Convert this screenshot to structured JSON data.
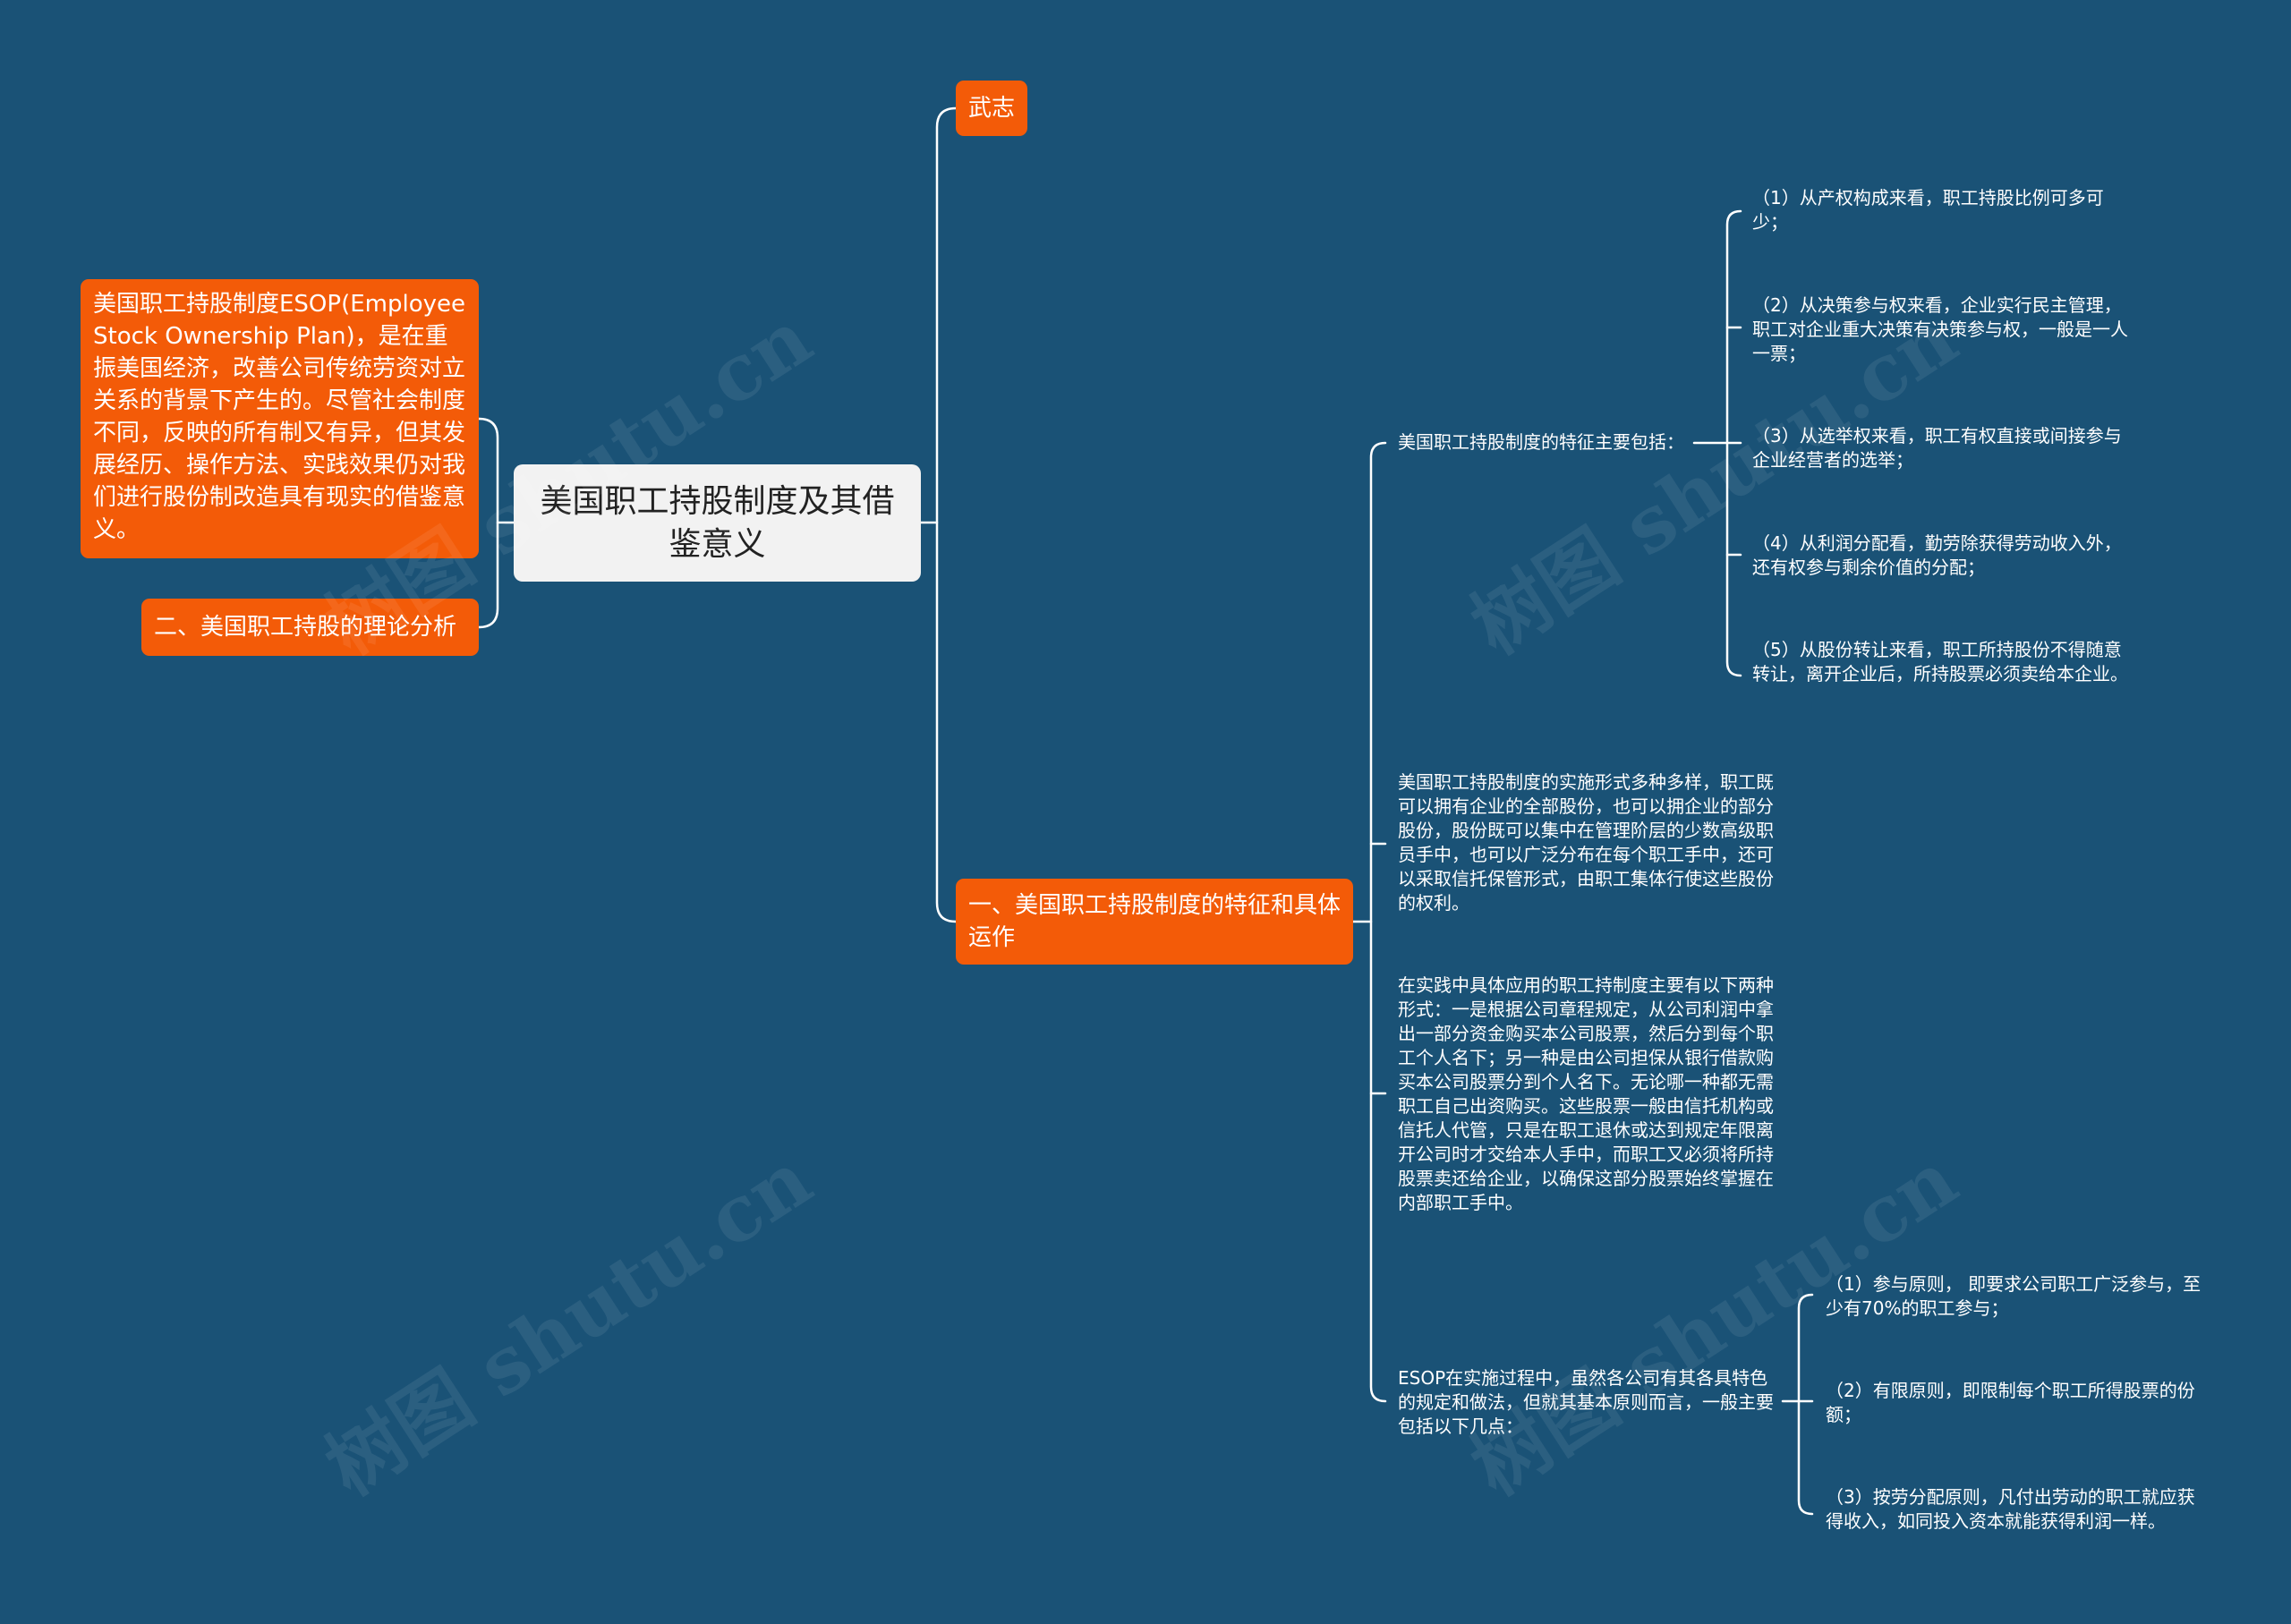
{
  "root": {
    "title": "美国职工持股制度及其借鉴意义"
  },
  "left": {
    "intro": "美国职工持股制度ESOP(Employee Stock Ownership Plan)，是在重振美国经济，改善公司传统劳资对立关系的背景下产生的。尽管社会制度不同，反映的所有制又有异，但其发展经历、操作方法、实践效果仍对我们进行股份制改造具有现实的借鉴意义。",
    "section2": "二、美国职工持股的理论分析"
  },
  "right": {
    "author": "武志",
    "section1": "一、美国职工持股制度的特征和具体运作",
    "features_label": "美国职工持股制度的特征主要包括：",
    "features": [
      "（1）从产权构成来看，职工持股比例可多可少；",
      "（2）从决策参与权来看，企业实行民主管理，职工对企业重大决策有决策参与权，一般是一人一票；",
      "（3）从选举权来看，职工有权直接或间接参与企业经营者的选举；",
      "（4）从利润分配看，勤劳除获得劳动收入外，还有权参与剩余价值的分配；",
      "（5）从股份转让来看，职工所持股份不得随意转让，离开企业后，所持股票必须卖给本企业。"
    ],
    "impl_forms": "美国职工持股制度的实施形式多种多样，职工既可以拥有企业的全部股份，也可以拥企业的部分股份，股份既可以集中在管理阶层的少数高级职员手中，也可以广泛分布在每个职工手中，还可以采取信托保管形式，由职工集体行使这些股份的权利。",
    "practice": "在实践中具体应用的职工持制度主要有以下两种形式：一是根据公司章程规定，从公司利润中拿出一部分资金购买本公司股票，然后分到每个职工个人名下；另一种是由公司担保从银行借款购买本公司股票分到个人名下。无论哪一种都无需职工自己出资购买。这些股票一般由信托机构或信托人代管，只是在职工退休或达到规定年限离开公司时才交给本人手中，而职工又必须将所持股票卖还给企业，以确保这部分股票始终掌握在内部职工手中。",
    "principles_label": "ESOP在实施过程中，虽然各公司有其各具特色的规定和做法，但就其基本原则而言，一般主要包括以下几点：",
    "principles": [
      "（1）参与原则， 即要求公司职工广泛参与，至少有70%的职工参与；",
      "（2）有限原则，即限制每个职工所得股票的份额；",
      "（3）按劳分配原则，凡付出劳动的职工就应获得收入，如同投入资本就能获得利润一样。"
    ]
  },
  "watermark": "树图 shutu.cn",
  "colors": {
    "background": "#1a5276",
    "accent": "#f35b08",
    "root_fill": "#f2f2f2",
    "connector": "#ffffff"
  }
}
